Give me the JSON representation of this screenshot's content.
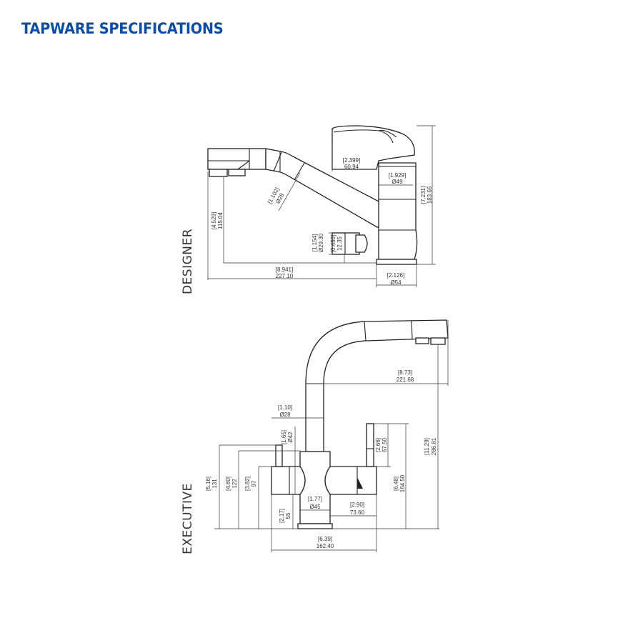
{
  "title": "TAPWARE SPECIFICATIONS",
  "colors": {
    "title": "#0b4ea2",
    "lines": "#222222"
  },
  "designer": {
    "label": "DESIGNER",
    "dims": {
      "overall_height": [
        "[7.231]",
        "183.66"
      ],
      "spout_height": [
        "[4.529]",
        "115.04"
      ],
      "reach": [
        "[8.941]",
        "227.10"
      ],
      "base_dia": [
        "[2.126]",
        "Ø54"
      ],
      "handle_len": [
        "[2.399]",
        "60.94"
      ],
      "body_dia": [
        "[1.929]",
        "Ø49"
      ],
      "spout_dia": [
        "[1.102]",
        "Ø28"
      ],
      "knob_dia": [
        "[1.154]",
        "Ø29.30"
      ],
      "knob_height": [
        "[0.486]",
        "12.35"
      ]
    }
  },
  "executive": {
    "label": "EXECUTIVE",
    "dims": {
      "reach": [
        "[8.73]",
        "221.68"
      ],
      "spout_dia": [
        "[1.10]",
        "Ø28"
      ],
      "neck_dia": [
        "[1.65]",
        "Ø42"
      ],
      "lever_height": [
        "[2.66]",
        "67.50"
      ],
      "overall_height": [
        "[11.29]",
        "286.81"
      ],
      "right_lever_height": [
        "[6.48]",
        "164.50"
      ],
      "left_lever_top": [
        "[5.16]",
        "131"
      ],
      "body_top": [
        "[4.80]",
        "122"
      ],
      "handle_top": [
        "[3.82]",
        "97"
      ],
      "handle_bottom": [
        "[2.17]",
        "55"
      ],
      "base_dia": [
        "[1.77]",
        "Ø45"
      ],
      "right_width": [
        "[2.90]",
        "73.60"
      ],
      "overall_width": [
        "[6.39]",
        "162.40"
      ]
    }
  }
}
